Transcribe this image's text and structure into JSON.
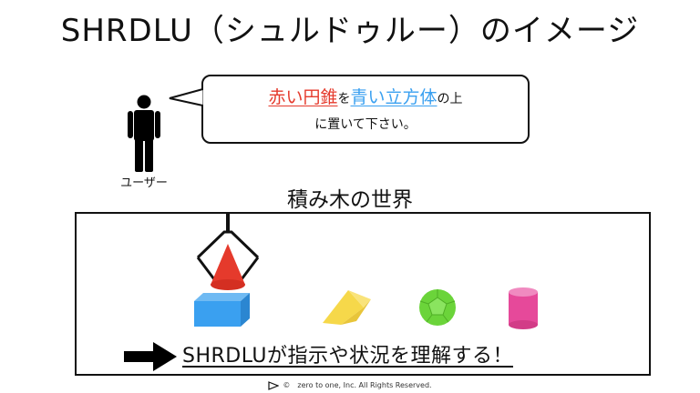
{
  "title": "SHRDLU（シュルドゥルー）のイメージ",
  "user": {
    "label": "ユーザー"
  },
  "instruction": {
    "red_object": "赤い円錐",
    "particle_wo": "を",
    "blue_object": "青い立方体",
    "particle_no": "の上",
    "line2": "に置いて下さい。"
  },
  "world": {
    "title": "積み木の世界"
  },
  "conclusion": "SHRDLUが指示や状況を理解する！",
  "footer": {
    "copyright": "©　zero to one, Inc. All Rights Reserved."
  },
  "colors": {
    "red": "#e53a2c",
    "blue": "#3aa0f0",
    "yellow": "#f6d84a",
    "green": "#6bd43a",
    "pink": "#e6499a"
  },
  "icons": [
    "person-icon",
    "arrow-right-icon",
    "robot-gripper-icon",
    "logo-icon"
  ]
}
